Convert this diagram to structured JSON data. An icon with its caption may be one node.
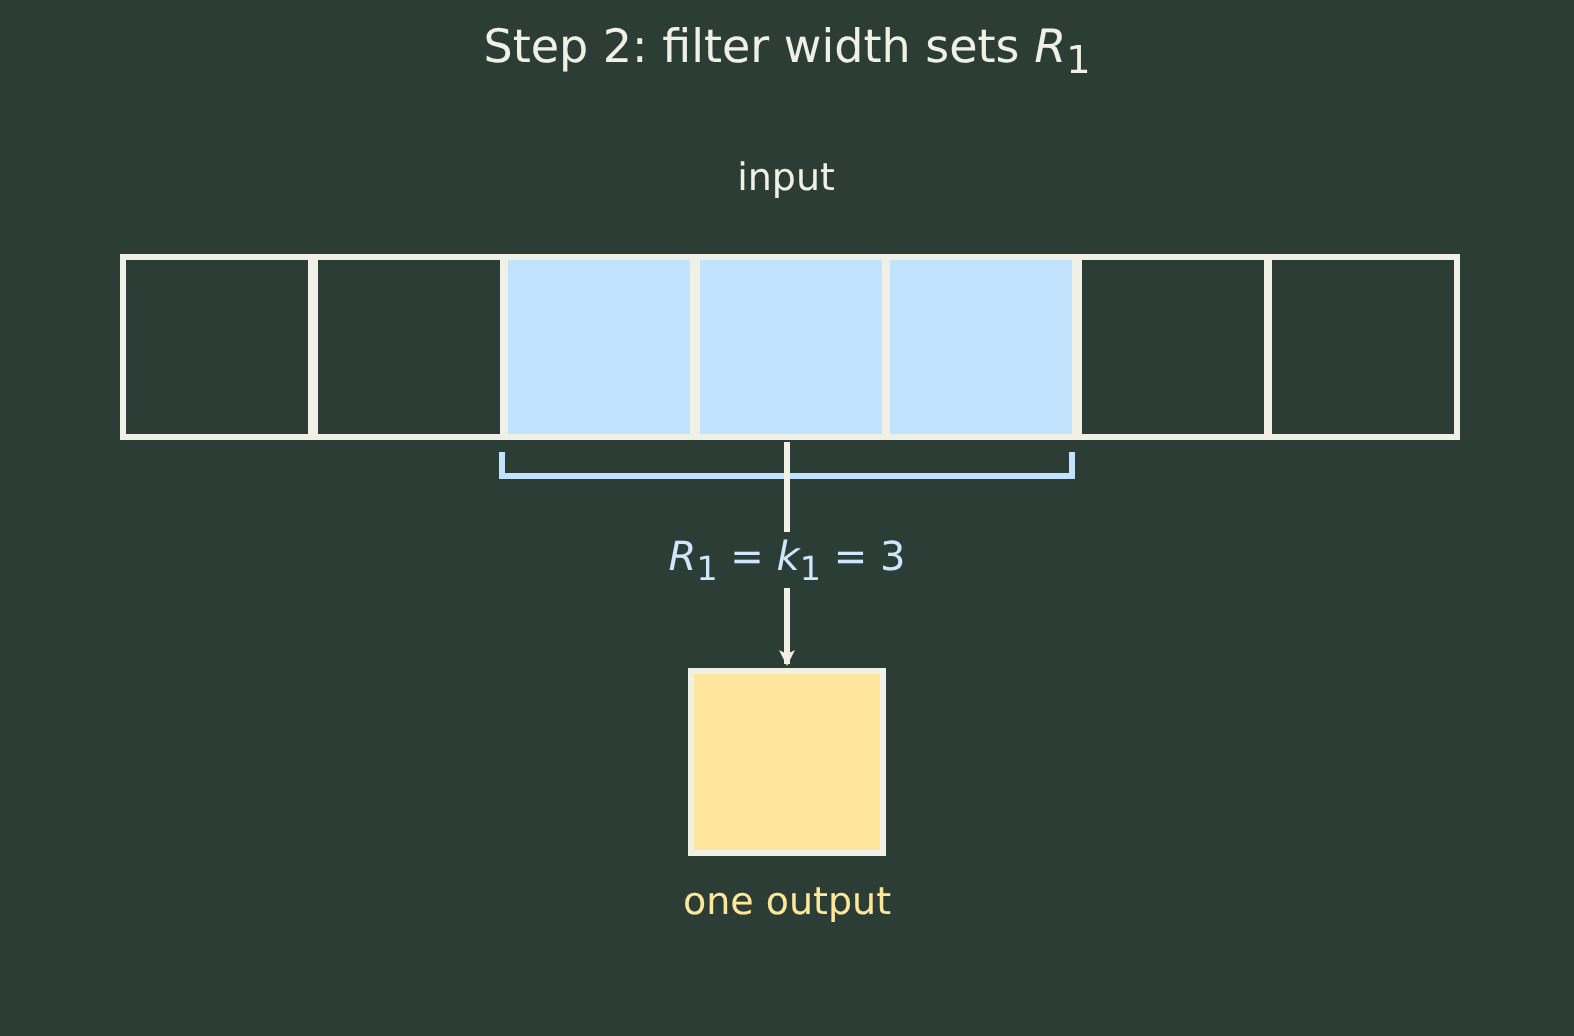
{
  "diagram": {
    "title": "Step 2: filter width sets *R*$_{1}$",
    "nodes": [
      {
        "text": [],
        "shape": "box"
      },
      {
        "text": [],
        "shape": "box"
      },
      {
        "text": [],
        "shape": "box"
      },
      {
        "text": [],
        "shape": "box"
      },
      {
        "text": [],
        "shape": "box"
      },
      {
        "text": [],
        "shape": "box"
      },
      {
        "text": [],
        "shape": "box"
      },
      {
        "text": [],
        "shape": "box",
        "beside": [
          "one output"
        ]
      }
    ],
    "edges": [
      {
        "from": 3,
        "to": 7,
        "arrow": "to",
        "label": "*R*$_{1}$ = *k*$_{1}$ = 3"
      }
    ],
    "labels": [
      "input"
    ]
  }
}
